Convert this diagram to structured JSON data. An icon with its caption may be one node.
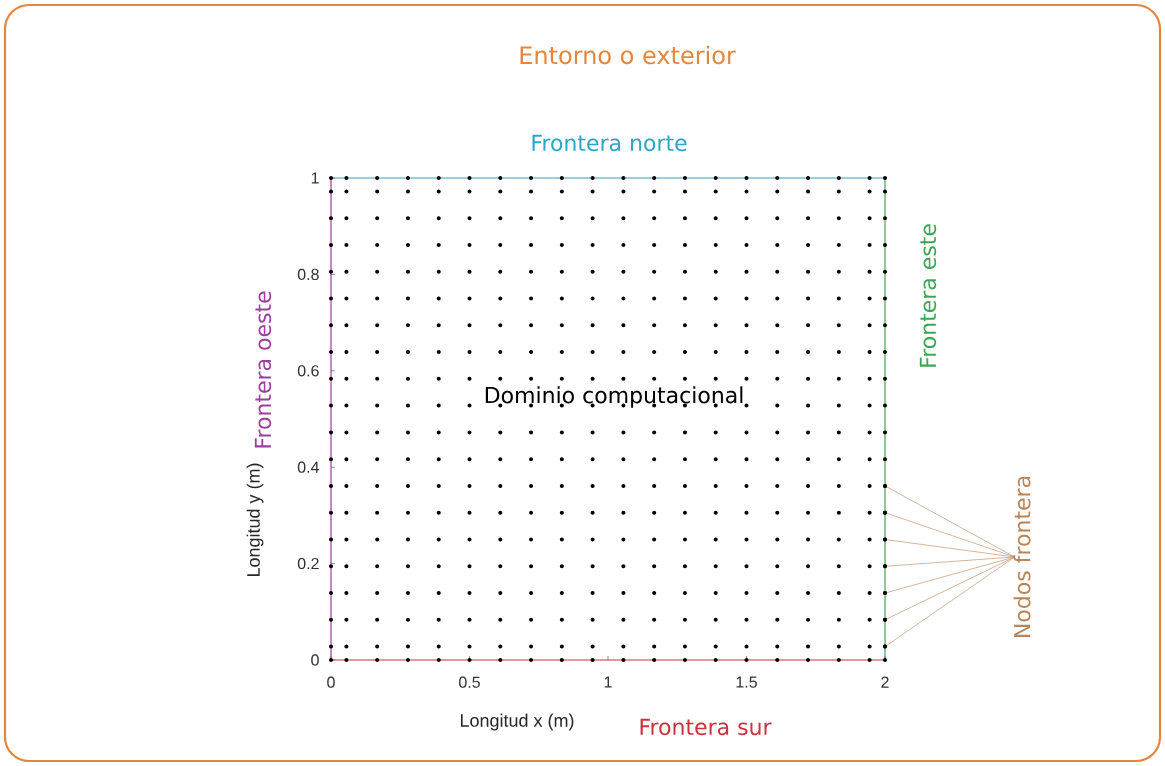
{
  "diagram": {
    "nodes": [
      {
        "text": [
          "Nodos frontera"
        ]
      },
      {
        "text": [],
        "shape": "circle"
      },
      {
        "text": [],
        "shape": "circle"
      },
      {
        "text": [],
        "shape": "circle"
      },
      {
        "text": [],
        "shape": "circle"
      },
      {
        "text": [],
        "shape": "circle"
      },
      {
        "text": [],
        "shape": "circle"
      },
      {
        "text": [],
        "shape": "circle"
      }
    ],
    "edges": [
      {
        "from": 0,
        "to": 1,
        "arrow": "none"
      },
      {
        "from": 0,
        "to": 2,
        "arrow": "none"
      },
      {
        "from": 0,
        "to": 3,
        "arrow": "none"
      },
      {
        "from": 0,
        "to": 4,
        "arrow": "none"
      },
      {
        "from": 0,
        "to": 5,
        "arrow": "none"
      },
      {
        "from": 0,
        "to": 6,
        "arrow": "none"
      },
      {
        "from": 0,
        "to": 7,
        "arrow": "none"
      }
    ],
    "labels": [
      "Entorno o exterior",
      "Frontera norte",
      "Frontera oeste",
      "Dominio computacional",
      "Frontera este",
      "Frontera sur"
    ],
    "chart_data": {
      "type": "scatter",
      "xlabel": "Longitud x (m)",
      "ylabel": "Longitud y (m)",
      "xlim": [
        0,
        2
      ],
      "ylim": [
        0,
        1
      ],
      "xticks": [
        0,
        0.5,
        1,
        1.5,
        2
      ],
      "yticks": [
        0,
        0.2,
        0.4,
        0.6,
        0.8,
        1
      ],
      "x": [
        0,
        0.0556,
        0.1667,
        0.2778,
        0.3889,
        0.5,
        0.6111,
        0.7222,
        0.8333,
        0.9444,
        1.0556,
        1.1667,
        1.2778,
        1.3889,
        1.5,
        1.6111,
        1.7222,
        1.8333,
        1.9444,
        2
      ],
      "series": [
        {
          "color": "#000000",
          "values": [
            0,
            0,
            0,
            0,
            0,
            0,
            0,
            0,
            0,
            0,
            0,
            0,
            0,
            0,
            0,
            0,
            0,
            0,
            0,
            0
          ]
        },
        {
          "color": "#000000",
          "values": [
            0.0278,
            0.0278,
            0.0278,
            0.0278,
            0.0278,
            0.0278,
            0.0278,
            0.0278,
            0.0278,
            0.0278,
            0.0278,
            0.0278,
            0.0278,
            0.0278,
            0.0278,
            0.0278,
            0.0278,
            0.0278,
            0.0278,
            0.0278
          ]
        },
        {
          "color": "#000000",
          "values": [
            0.0833,
            0.0833,
            0.0833,
            0.0833,
            0.0833,
            0.0833,
            0.0833,
            0.0833,
            0.0833,
            0.0833,
            0.0833,
            0.0833,
            0.0833,
            0.0833,
            0.0833,
            0.0833,
            0.0833,
            0.0833,
            0.0833,
            0.0833
          ]
        },
        {
          "color": "#000000",
          "values": [
            0.1389,
            0.1389,
            0.1389,
            0.1389,
            0.1389,
            0.1389,
            0.1389,
            0.1389,
            0.1389,
            0.1389,
            0.1389,
            0.1389,
            0.1389,
            0.1389,
            0.1389,
            0.1389,
            0.1389,
            0.1389,
            0.1389,
            0.1389
          ]
        },
        {
          "color": "#000000",
          "values": [
            0.1944,
            0.1944,
            0.1944,
            0.1944,
            0.1944,
            0.1944,
            0.1944,
            0.1944,
            0.1944,
            0.1944,
            0.1944,
            0.1944,
            0.1944,
            0.1944,
            0.1944,
            0.1944,
            0.1944,
            0.1944,
            0.1944,
            0.1944
          ]
        },
        {
          "color": "#000000",
          "values": [
            0.25,
            0.25,
            0.25,
            0.25,
            0.25,
            0.25,
            0.25,
            0.25,
            0.25,
            0.25,
            0.25,
            0.25,
            0.25,
            0.25,
            0.25,
            0.25,
            0.25,
            0.25,
            0.25,
            0.25
          ]
        },
        {
          "color": "#000000",
          "values": [
            0.3056,
            0.3056,
            0.3056,
            0.3056,
            0.3056,
            0.3056,
            0.3056,
            0.3056,
            0.3056,
            0.3056,
            0.3056,
            0.3056,
            0.3056,
            0.3056,
            0.3056,
            0.3056,
            0.3056,
            0.3056,
            0.3056,
            0.3056
          ]
        },
        {
          "color": "#000000",
          "values": [
            0.3611,
            0.3611,
            0.3611,
            0.3611,
            0.3611,
            0.3611,
            0.3611,
            0.3611,
            0.3611,
            0.3611,
            0.3611,
            0.3611,
            0.3611,
            0.3611,
            0.3611,
            0.3611,
            0.3611,
            0.3611,
            0.3611,
            0.3611
          ]
        },
        {
          "color": "#000000",
          "values": [
            0.4167,
            0.4167,
            0.4167,
            0.4167,
            0.4167,
            0.4167,
            0.4167,
            0.4167,
            0.4167,
            0.4167,
            0.4167,
            0.4167,
            0.4167,
            0.4167,
            0.4167,
            0.4167,
            0.4167,
            0.4167,
            0.4167,
            0.4167
          ]
        },
        {
          "color": "#000000",
          "values": [
            0.4722,
            0.4722,
            0.4722,
            0.4722,
            0.4722,
            0.4722,
            0.4722,
            0.4722,
            0.4722,
            0.4722,
            0.4722,
            0.4722,
            0.4722,
            0.4722,
            0.4722,
            0.4722,
            0.4722,
            0.4722,
            0.4722,
            0.4722
          ]
        },
        {
          "color": "#000000",
          "values": [
            0.5278,
            0.5278,
            0.5278,
            0.5278,
            0.5278,
            0.5278,
            0.5278,
            0.5278,
            0.5278,
            0.5278,
            0.5278,
            0.5278,
            0.5278,
            0.5278,
            0.5278,
            0.5278,
            0.5278,
            0.5278,
            0.5278,
            0.5278
          ]
        },
        {
          "color": "#000000",
          "values": [
            0.5833,
            0.5833,
            0.5833,
            0.5833,
            0.5833,
            0.5833,
            0.5833,
            0.5833,
            0.5833,
            0.5833,
            0.5833,
            0.5833,
            0.5833,
            0.5833,
            0.5833,
            0.5833,
            0.5833,
            0.5833,
            0.5833,
            0.5833
          ]
        },
        {
          "color": "#000000",
          "values": [
            0.6389,
            0.6389,
            0.6389,
            0.6389,
            0.6389,
            0.6389,
            0.6389,
            0.6389,
            0.6389,
            0.6389,
            0.6389,
            0.6389,
            0.6389,
            0.6389,
            0.6389,
            0.6389,
            0.6389,
            0.6389,
            0.6389,
            0.6389
          ]
        },
        {
          "color": "#000000",
          "values": [
            0.6944,
            0.6944,
            0.6944,
            0.6944,
            0.6944,
            0.6944,
            0.6944,
            0.6944,
            0.6944,
            0.6944,
            0.6944,
            0.6944,
            0.6944,
            0.6944,
            0.6944,
            0.6944,
            0.6944,
            0.6944,
            0.6944,
            0.6944
          ]
        },
        {
          "color": "#000000",
          "values": [
            0.75,
            0.75,
            0.75,
            0.75,
            0.75,
            0.75,
            0.75,
            0.75,
            0.75,
            0.75,
            0.75,
            0.75,
            0.75,
            0.75,
            0.75,
            0.75,
            0.75,
            0.75,
            0.75,
            0.75
          ]
        },
        {
          "color": "#000000",
          "values": [
            0.8056,
            0.8056,
            0.8056,
            0.8056,
            0.8056,
            0.8056,
            0.8056,
            0.8056,
            0.8056,
            0.8056,
            0.8056,
            0.8056,
            0.8056,
            0.8056,
            0.8056,
            0.8056,
            0.8056,
            0.8056,
            0.8056,
            0.8056
          ]
        },
        {
          "color": "#000000",
          "values": [
            0.8611,
            0.8611,
            0.8611,
            0.8611,
            0.8611,
            0.8611,
            0.8611,
            0.8611,
            0.8611,
            0.8611,
            0.8611,
            0.8611,
            0.8611,
            0.8611,
            0.8611,
            0.8611,
            0.8611,
            0.8611,
            0.8611,
            0.8611
          ]
        },
        {
          "color": "#000000",
          "values": [
            0.9167,
            0.9167,
            0.9167,
            0.9167,
            0.9167,
            0.9167,
            0.9167,
            0.9167,
            0.9167,
            0.9167,
            0.9167,
            0.9167,
            0.9167,
            0.9167,
            0.9167,
            0.9167,
            0.9167,
            0.9167,
            0.9167,
            0.9167
          ]
        },
        {
          "color": "#000000",
          "values": [
            0.9722,
            0.9722,
            0.9722,
            0.9722,
            0.9722,
            0.9722,
            0.9722,
            0.9722,
            0.9722,
            0.9722,
            0.9722,
            0.9722,
            0.9722,
            0.9722,
            0.9722,
            0.9722,
            0.9722,
            0.9722,
            0.9722,
            0.9722
          ]
        },
        {
          "color": "#000000",
          "values": [
            1,
            1,
            1,
            1,
            1,
            1,
            1,
            1,
            1,
            1,
            1,
            1,
            1,
            1,
            1,
            1,
            1,
            1,
            1,
            1
          ]
        }
      ]
    }
  }
}
